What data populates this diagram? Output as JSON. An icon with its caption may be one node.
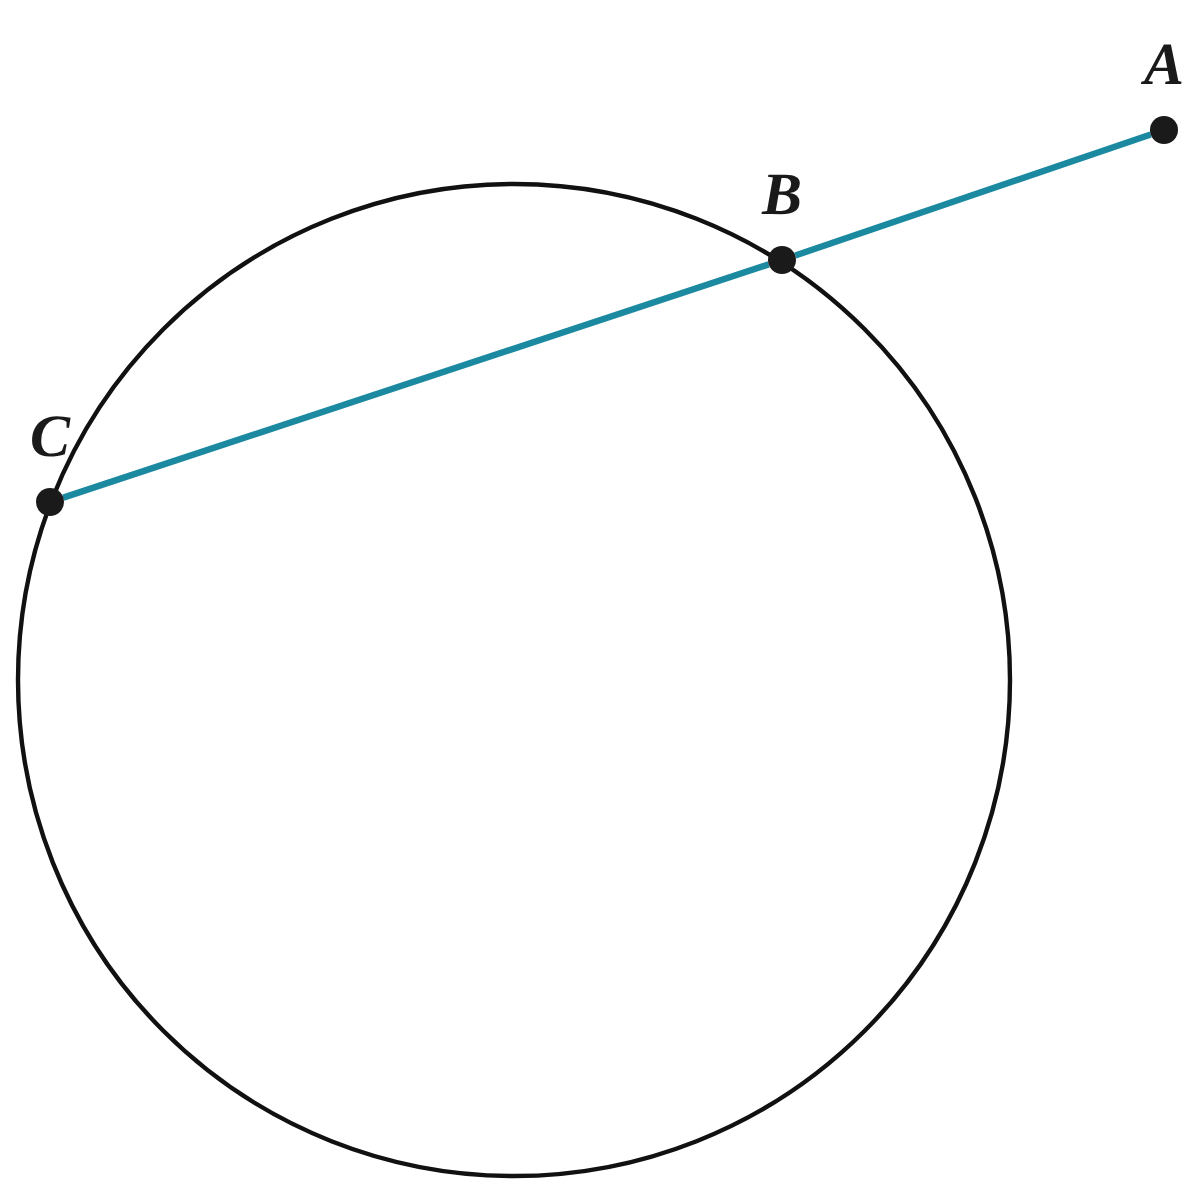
{
  "diagram": {
    "nodes": [
      {
        "text": [
          "A"
        ]
      },
      {
        "text": [
          "B"
        ]
      },
      {
        "text": [
          "C"
        ]
      }
    ],
    "edges": [
      {
        "from": 0,
        "to": 1,
        "arrow": "none"
      },
      {
        "from": 1,
        "to": 2,
        "arrow": "none"
      }
    ]
  }
}
